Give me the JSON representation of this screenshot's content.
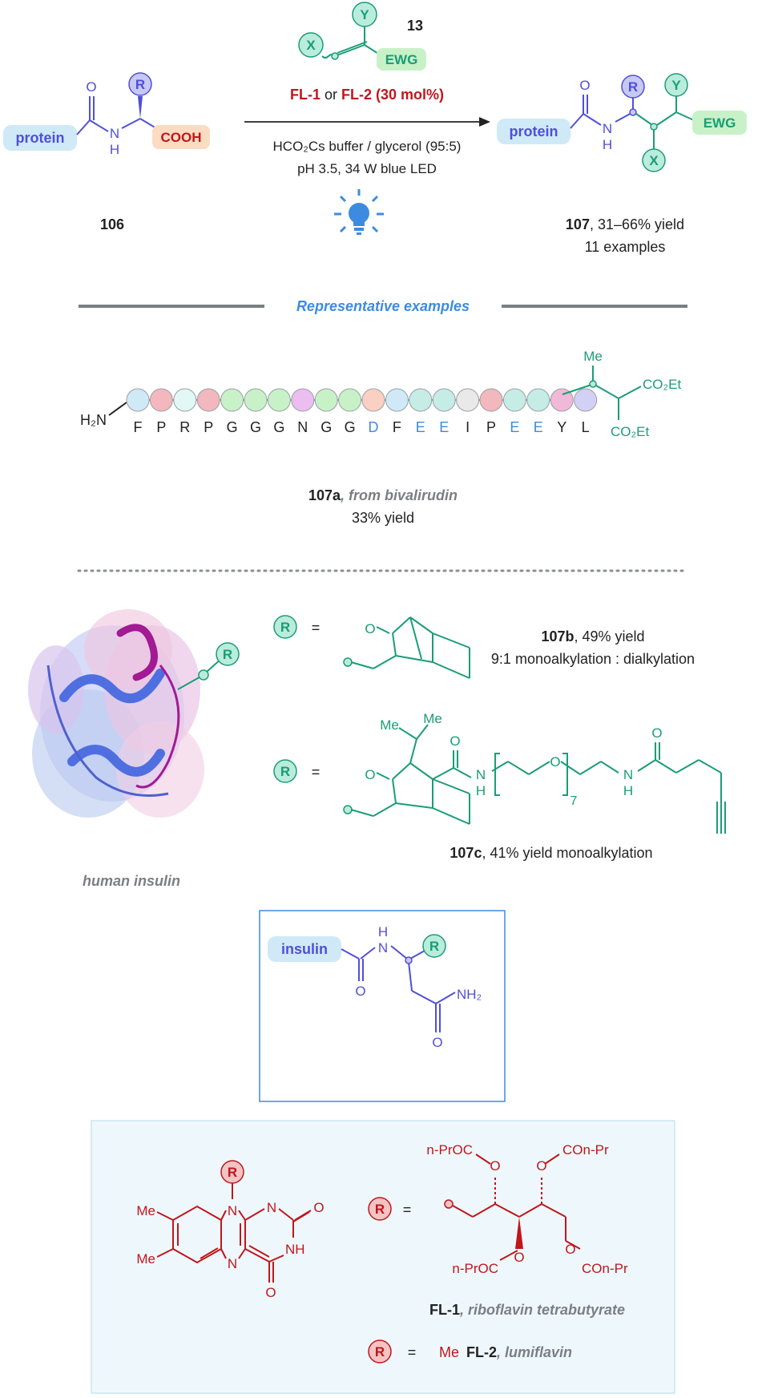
{
  "colors": {
    "blue": "#4f4fd9",
    "teal": "#1a9d76",
    "red": "#c0161c",
    "black": "#222222",
    "gray": "#7a7f85",
    "light_blue_text": "#3d8be0",
    "pill_blue": "#cfe9f7",
    "pill_orange": "#fbdcc2",
    "pill_green": "#c8f1c8",
    "circle_blue": "#c7c8f3",
    "circle_teal": "#b9ecdb",
    "circle_red": "#f4c3c3",
    "panel_bg": "#eef8fc",
    "panel_border": "#bfe0ee"
  },
  "top": {
    "reagent_number": "13",
    "x_label": "X",
    "y_label": "Y",
    "ewg_label": "EWG",
    "catalyst_a": "FL-1",
    "catalyst_or": " or ",
    "catalyst_b": "FL-2 (30 mol%)",
    "conditions_line1": "HCO₂Cs buffer / glycerol (95:5)",
    "conditions_line2": "pH 3.5, 34 W blue LED",
    "bulb_icon": "lightbulb-icon",
    "sm_protein": "protein",
    "sm_oxygen": "O",
    "sm_nh": "N",
    "sm_h": "H",
    "sm_r": "R",
    "sm_cooh": "COOH",
    "sm_number": "106",
    "pr_protein": "protein",
    "pr_oxygen": "O",
    "pr_n": "N",
    "pr_h": "H",
    "pr_r": "R",
    "pr_y": "Y",
    "pr_x": "X",
    "pr_ewg": "EWG",
    "pr_number": "107",
    "pr_yield": ", 31–66% yield",
    "pr_examples": "11 examples"
  },
  "representative": {
    "heading": "Representative examples"
  },
  "bivalirudin": {
    "h2n": "H₂N",
    "me": "Me",
    "co2et_top": "CO₂Et",
    "co2et_bottom": "CO₂Et",
    "residues": [
      {
        "letter": "F",
        "color": "#cfe9f7",
        "label_color": "#222222"
      },
      {
        "letter": "P",
        "color": "#f2b8bd",
        "label_color": "#222222"
      },
      {
        "letter": "R",
        "color": "#e3f7f5",
        "label_color": "#222222"
      },
      {
        "letter": "P",
        "color": "#f2b8bd",
        "label_color": "#222222"
      },
      {
        "letter": "G",
        "color": "#c8f1c8",
        "label_color": "#222222"
      },
      {
        "letter": "G",
        "color": "#c8f1c8",
        "label_color": "#222222"
      },
      {
        "letter": "G",
        "color": "#c8f1c8",
        "label_color": "#222222"
      },
      {
        "letter": "N",
        "color": "#ebbdf1",
        "label_color": "#222222"
      },
      {
        "letter": "G",
        "color": "#c8f1c8",
        "label_color": "#222222"
      },
      {
        "letter": "G",
        "color": "#c8f1c8",
        "label_color": "#222222"
      },
      {
        "letter": "D",
        "color": "#fbd0c2",
        "label_color": "#3d8be0"
      },
      {
        "letter": "F",
        "color": "#cfe9f7",
        "label_color": "#222222"
      },
      {
        "letter": "E",
        "color": "#c6ece6",
        "label_color": "#3d8be0"
      },
      {
        "letter": "E",
        "color": "#c6ece6",
        "label_color": "#3d8be0"
      },
      {
        "letter": "I",
        "color": "#e9e9e9",
        "label_color": "#222222"
      },
      {
        "letter": "P",
        "color": "#f2b8bd",
        "label_color": "#222222"
      },
      {
        "letter": "E",
        "color": "#c6ece6",
        "label_color": "#3d8be0"
      },
      {
        "letter": "E",
        "color": "#c6ece6",
        "label_color": "#3d8be0"
      },
      {
        "letter": "Y",
        "color": "#f2b8d8",
        "label_color": "#222222"
      },
      {
        "letter": "L",
        "color": "#d3d0f5",
        "label_color": "#222222"
      }
    ],
    "compound_number": "107a",
    "compound_source": ", from bivalirudin",
    "yield": "33% yield"
  },
  "insulin": {
    "r_label": "R",
    "caption": "human insulin",
    "eq": "=",
    "ex_b_number": "107b",
    "ex_b_yield": ", 49% yield",
    "ex_b_ratio": "9:1 monoalkylation : dialkylation",
    "ex_b_oxygen": "O",
    "ex_c_me1": "Me",
    "ex_c_me2": "Me",
    "ex_c_oxygen1": "O",
    "ex_c_oxygen2": "O",
    "ex_c_oxygen_chain": "O",
    "ex_c_oxygen3": "O",
    "ex_c_n1": "N",
    "ex_c_h1": "H",
    "ex_c_n2": "N",
    "ex_c_h2": "H",
    "ex_c_repeat": "7",
    "ex_c_number": "107c",
    "ex_c_yield": ", 41% yield monoalkylation"
  },
  "box": {
    "insulin_label": "insulin",
    "h": "H",
    "n": "N",
    "r": "R",
    "o1": "O",
    "o2": "O",
    "nh2": "NH₂"
  },
  "flavin": {
    "r": "R",
    "n10": "N",
    "n1": "N",
    "n5": "N",
    "nh": "NH",
    "o2": "O",
    "o4": "O",
    "me1": "Me",
    "me2": "Me",
    "eq": "=",
    "ester1": "n-PrOC",
    "ester2": "COn-Pr",
    "ester3": "n-PrOC",
    "ester4": "COn-Pr",
    "o_a": "O",
    "o_b": "O",
    "o_c": "O",
    "o_d": "O",
    "fl1_name": "FL-1",
    "fl1_desc": ", riboflavin tetrabutyrate",
    "r2": "R",
    "eq2": "=",
    "me_fl2": "Me",
    "fl2_name": "FL-2",
    "fl2_desc": ", lumiflavin"
  }
}
